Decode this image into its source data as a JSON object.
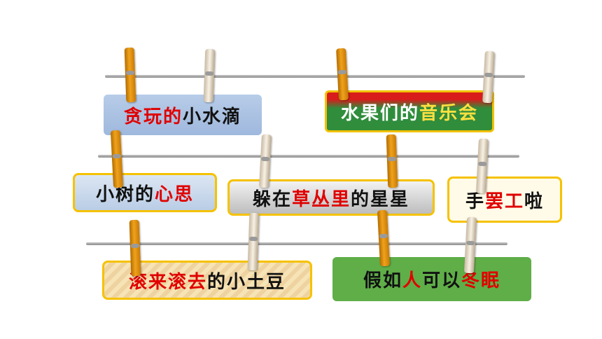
{
  "cards": [
    {
      "id": "tanwan",
      "segments": [
        {
          "text": "贪玩的",
          "color": "red"
        },
        {
          "text": "小水滴",
          "color": "black"
        }
      ]
    },
    {
      "id": "shuiguo",
      "segments": [
        {
          "text": "水果们的",
          "color": "white"
        },
        {
          "text": "音乐会",
          "color": "yellow"
        }
      ]
    },
    {
      "id": "xiaoshu",
      "segments": [
        {
          "text": "小树的",
          "color": "black"
        },
        {
          "text": "心思",
          "color": "red"
        }
      ]
    },
    {
      "id": "duozai",
      "segments": [
        {
          "text": "躲在",
          "color": "black"
        },
        {
          "text": "草丛里",
          "color": "red"
        },
        {
          "text": "的星星",
          "color": "black"
        }
      ]
    },
    {
      "id": "shoubagong",
      "segments": [
        {
          "text": "手",
          "color": "black"
        },
        {
          "text": "罢工",
          "color": "red"
        },
        {
          "text": "啦",
          "color": "black"
        }
      ]
    },
    {
      "id": "gunlai",
      "segments": [
        {
          "text": "滚来滚去",
          "color": "red"
        },
        {
          "text": "的小土豆",
          "color": "black"
        }
      ]
    },
    {
      "id": "jiaru",
      "segments": [
        {
          "text": "假如",
          "color": "black"
        },
        {
          "text": "人",
          "color": "red"
        },
        {
          "text": "可以",
          "color": "black"
        },
        {
          "text": "冬眠",
          "color": "red"
        }
      ]
    }
  ],
  "colors": {
    "red": "#e00000",
    "black": "#111111",
    "white": "#ffffff",
    "yellow": "#ffe040",
    "clip_orange": "#f0a21c",
    "clip_wood": "#f3ead9",
    "line": "#a8a8a8"
  },
  "icons": {
    "orange_clip": "clothespin-icon",
    "wood_clip": "clothespin-icon"
  }
}
